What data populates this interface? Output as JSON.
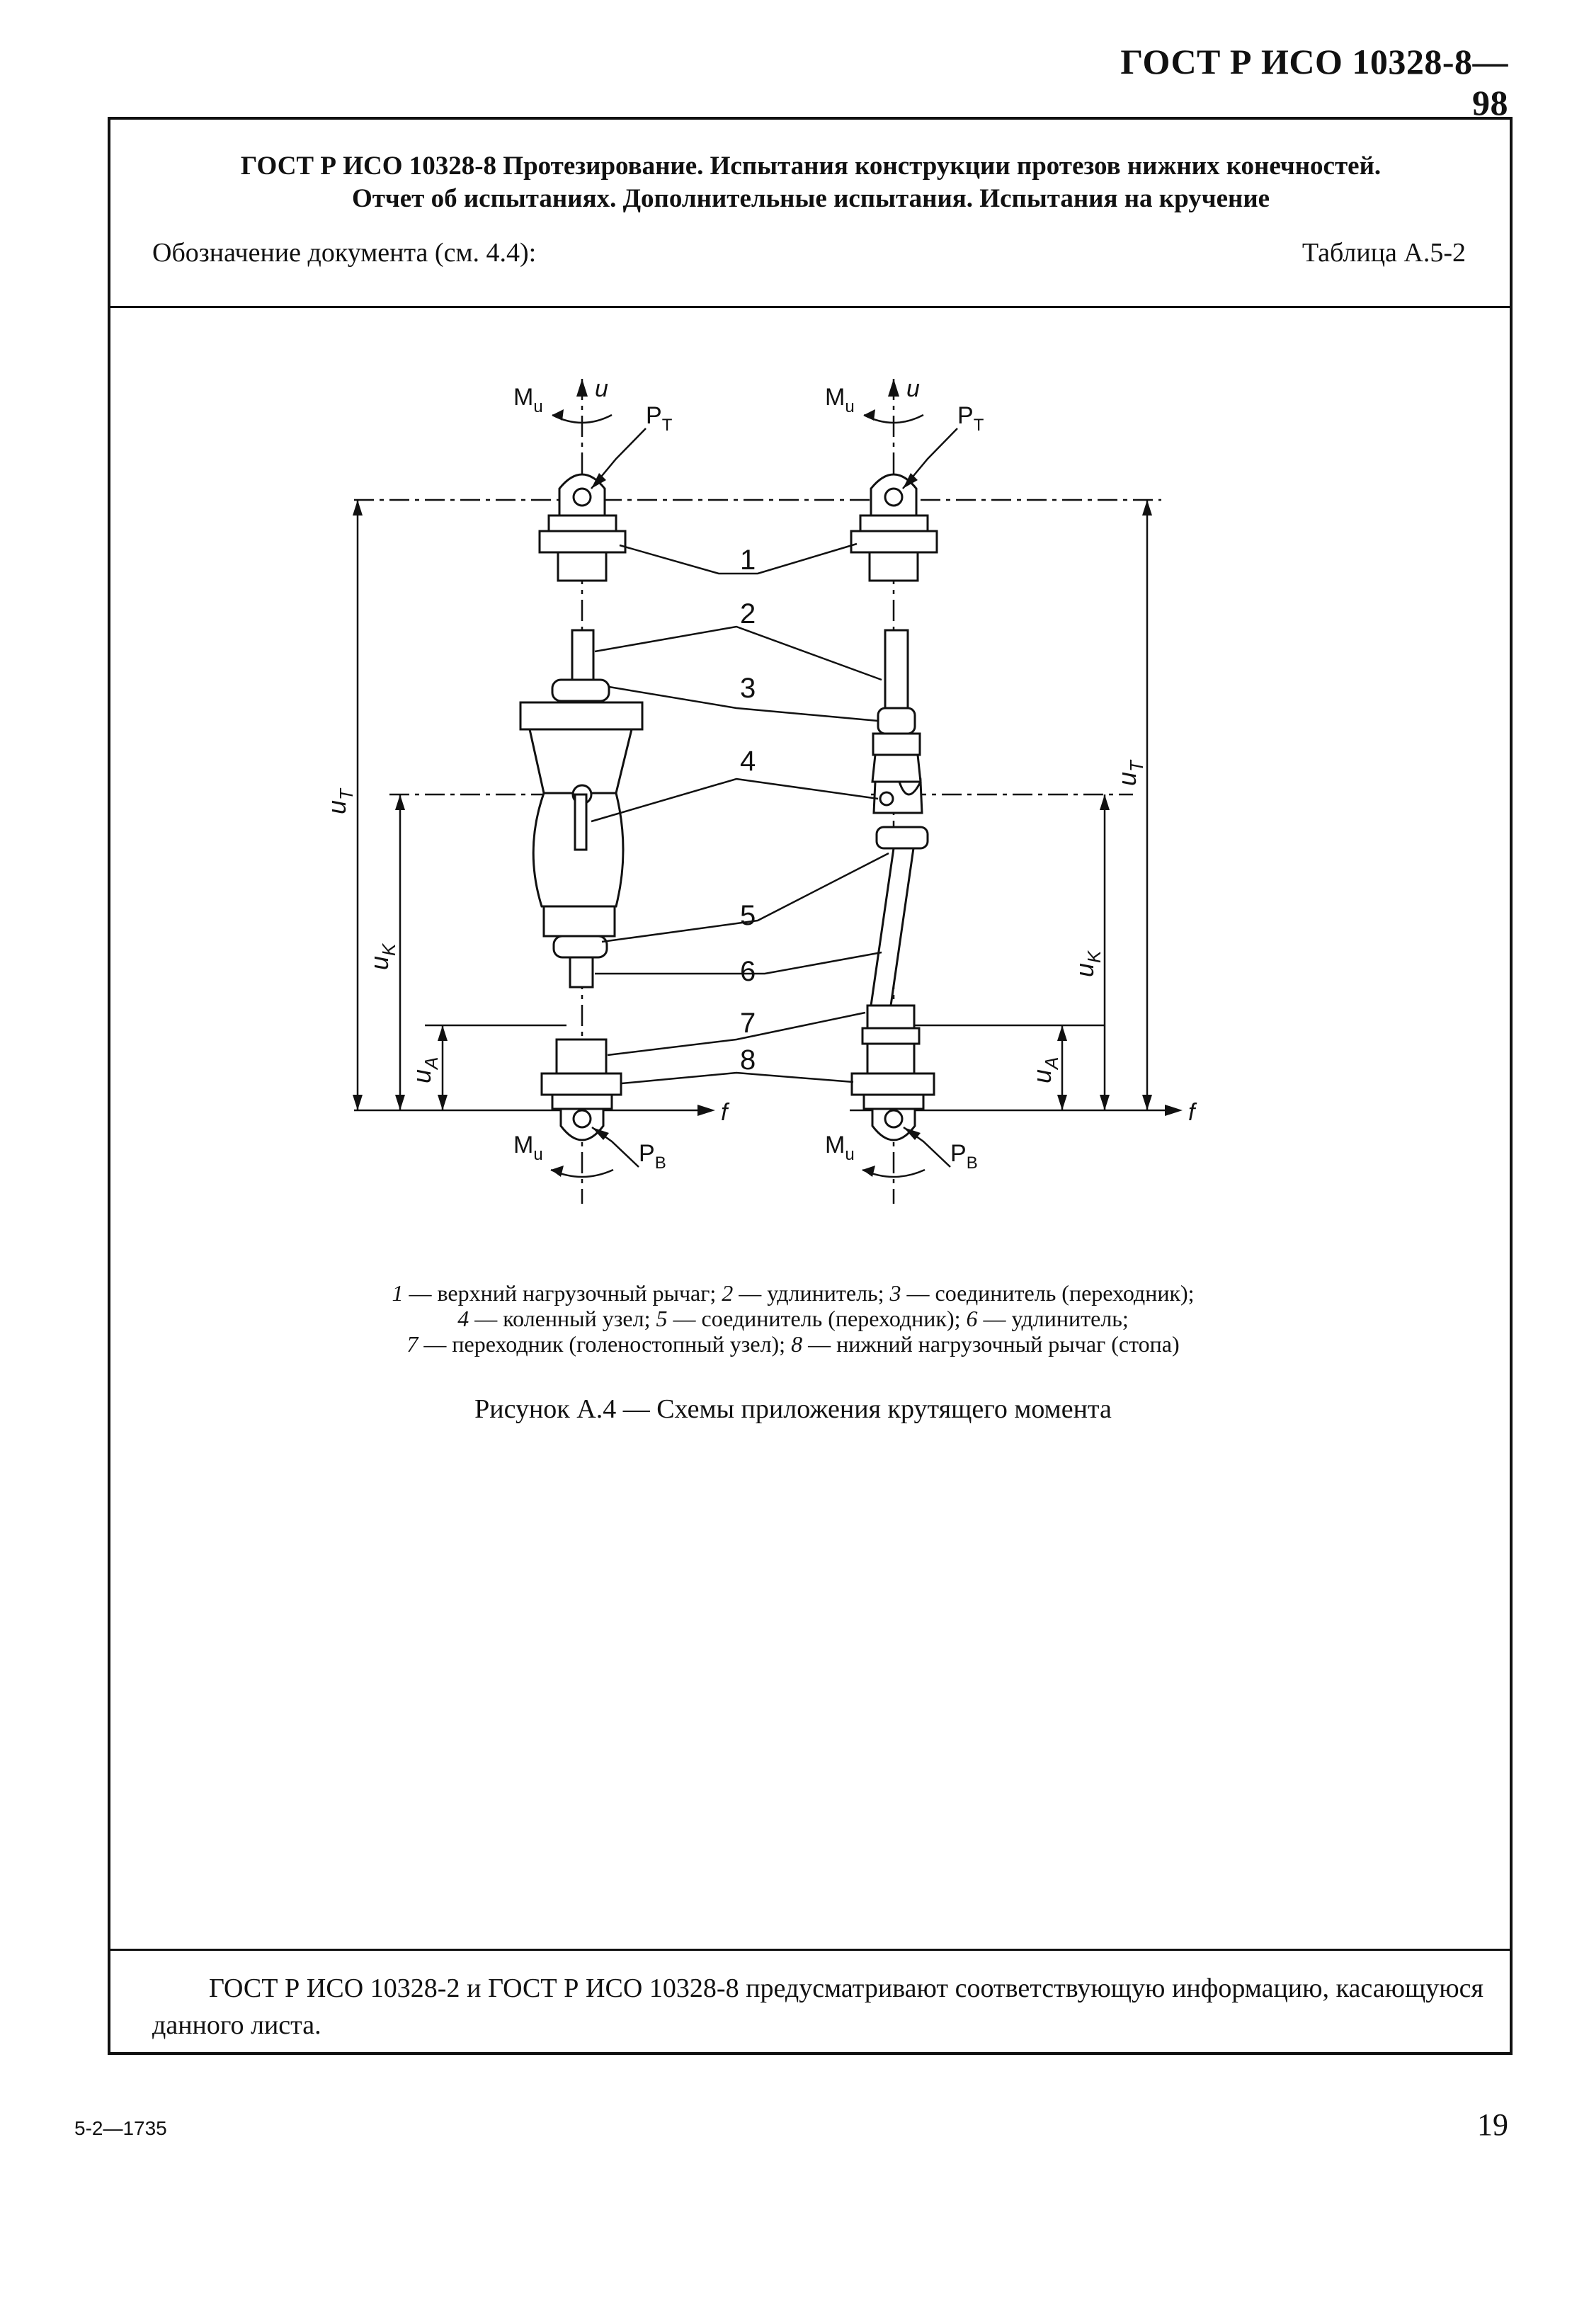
{
  "header": {
    "doc_code": "ГОСТ Р ИСО 10328-8—98"
  },
  "form": {
    "title_line1": "ГОСТ Р ИСО 10328-8 Протезирование. Испытания конструкции протезов нижних конечностей.",
    "title_line2": "Отчет об испытаниях. Дополнительные испытания. Испытания на кручение",
    "doc_designation_label": "Обозначение документа (см. 4.4):",
    "table_label": "Таблица А.5-2"
  },
  "figure": {
    "part_numbers": [
      "1",
      "2",
      "3",
      "4",
      "5",
      "6",
      "7",
      "8"
    ],
    "axis_u": "u",
    "axis_f": "f",
    "moment_label": "M",
    "moment_sub": "u",
    "load_point_top": "P",
    "load_point_top_sub": "T",
    "load_point_bottom": "P",
    "load_point_bottom_sub": "B",
    "dim_top": "u",
    "dim_top_sub": "T",
    "dim_knee": "u",
    "dim_knee_sub": "K",
    "dim_ankle": "u",
    "dim_ankle_sub": "A"
  },
  "legend": {
    "l1_n1": "1",
    "l1_t1": " — верхний нагрузочный рычаг; ",
    "l1_n2": "2",
    "l1_t2": " — удлинитель; ",
    "l1_n3": "3",
    "l1_t3": " — соединитель (переходник);",
    "l2_n4": "4",
    "l2_t4": " — коленный узел; ",
    "l2_n5": "5",
    "l2_t5": " — соединитель (переходник); ",
    "l2_n6": "6",
    "l2_t6": " — удлинитель;",
    "l3_n7": "7",
    "l3_t7": " — переходник (голеностопный узел); ",
    "l3_n8": "8",
    "l3_t8": " — нижний нагрузочный рычаг (стопа)"
  },
  "caption": "Рисунок А.4 — Схемы приложения крутящего момента",
  "footnote": "ГОСТ Р ИСО 10328-2 и ГОСТ Р ИСО 10328-8 предусматривают соответствующую информацию, касающуюся данного листа.",
  "page": {
    "print_code": "5-2—1735",
    "number": "19"
  }
}
